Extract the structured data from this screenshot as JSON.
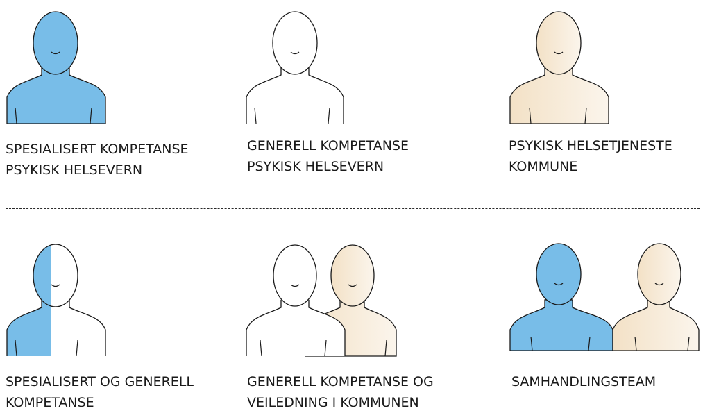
{
  "colors": {
    "specialized": "#78bde8",
    "municipal": "#f7e9d6",
    "general": "#ffffff",
    "outline": "#1a1a1a",
    "divider": "#2a2a2a"
  },
  "top_row": [
    {
      "label_line1": "SPESIALISERT KOMPETANSE",
      "label_line2": "PSYKISK HELSEVERN"
    },
    {
      "label_line1": "GENERELL KOMPETANSE",
      "label_line2": "PSYKISK HELSEVERN"
    },
    {
      "label_line1": "PSYKISK HELSETJENESTE",
      "label_line2": "KOMMUNE"
    }
  ],
  "bottom_row": [
    {
      "label_line1": "SPESIALISERT OG GENERELL",
      "label_line2": "KOMPETANSE"
    },
    {
      "label_line1": "GENERELL KOMPETANSE OG",
      "label_line2": "VEILEDNING I KOMMUNEN"
    },
    {
      "label_line1": "SAMHANDLINGSTEAM",
      "label_line2": ""
    }
  ]
}
